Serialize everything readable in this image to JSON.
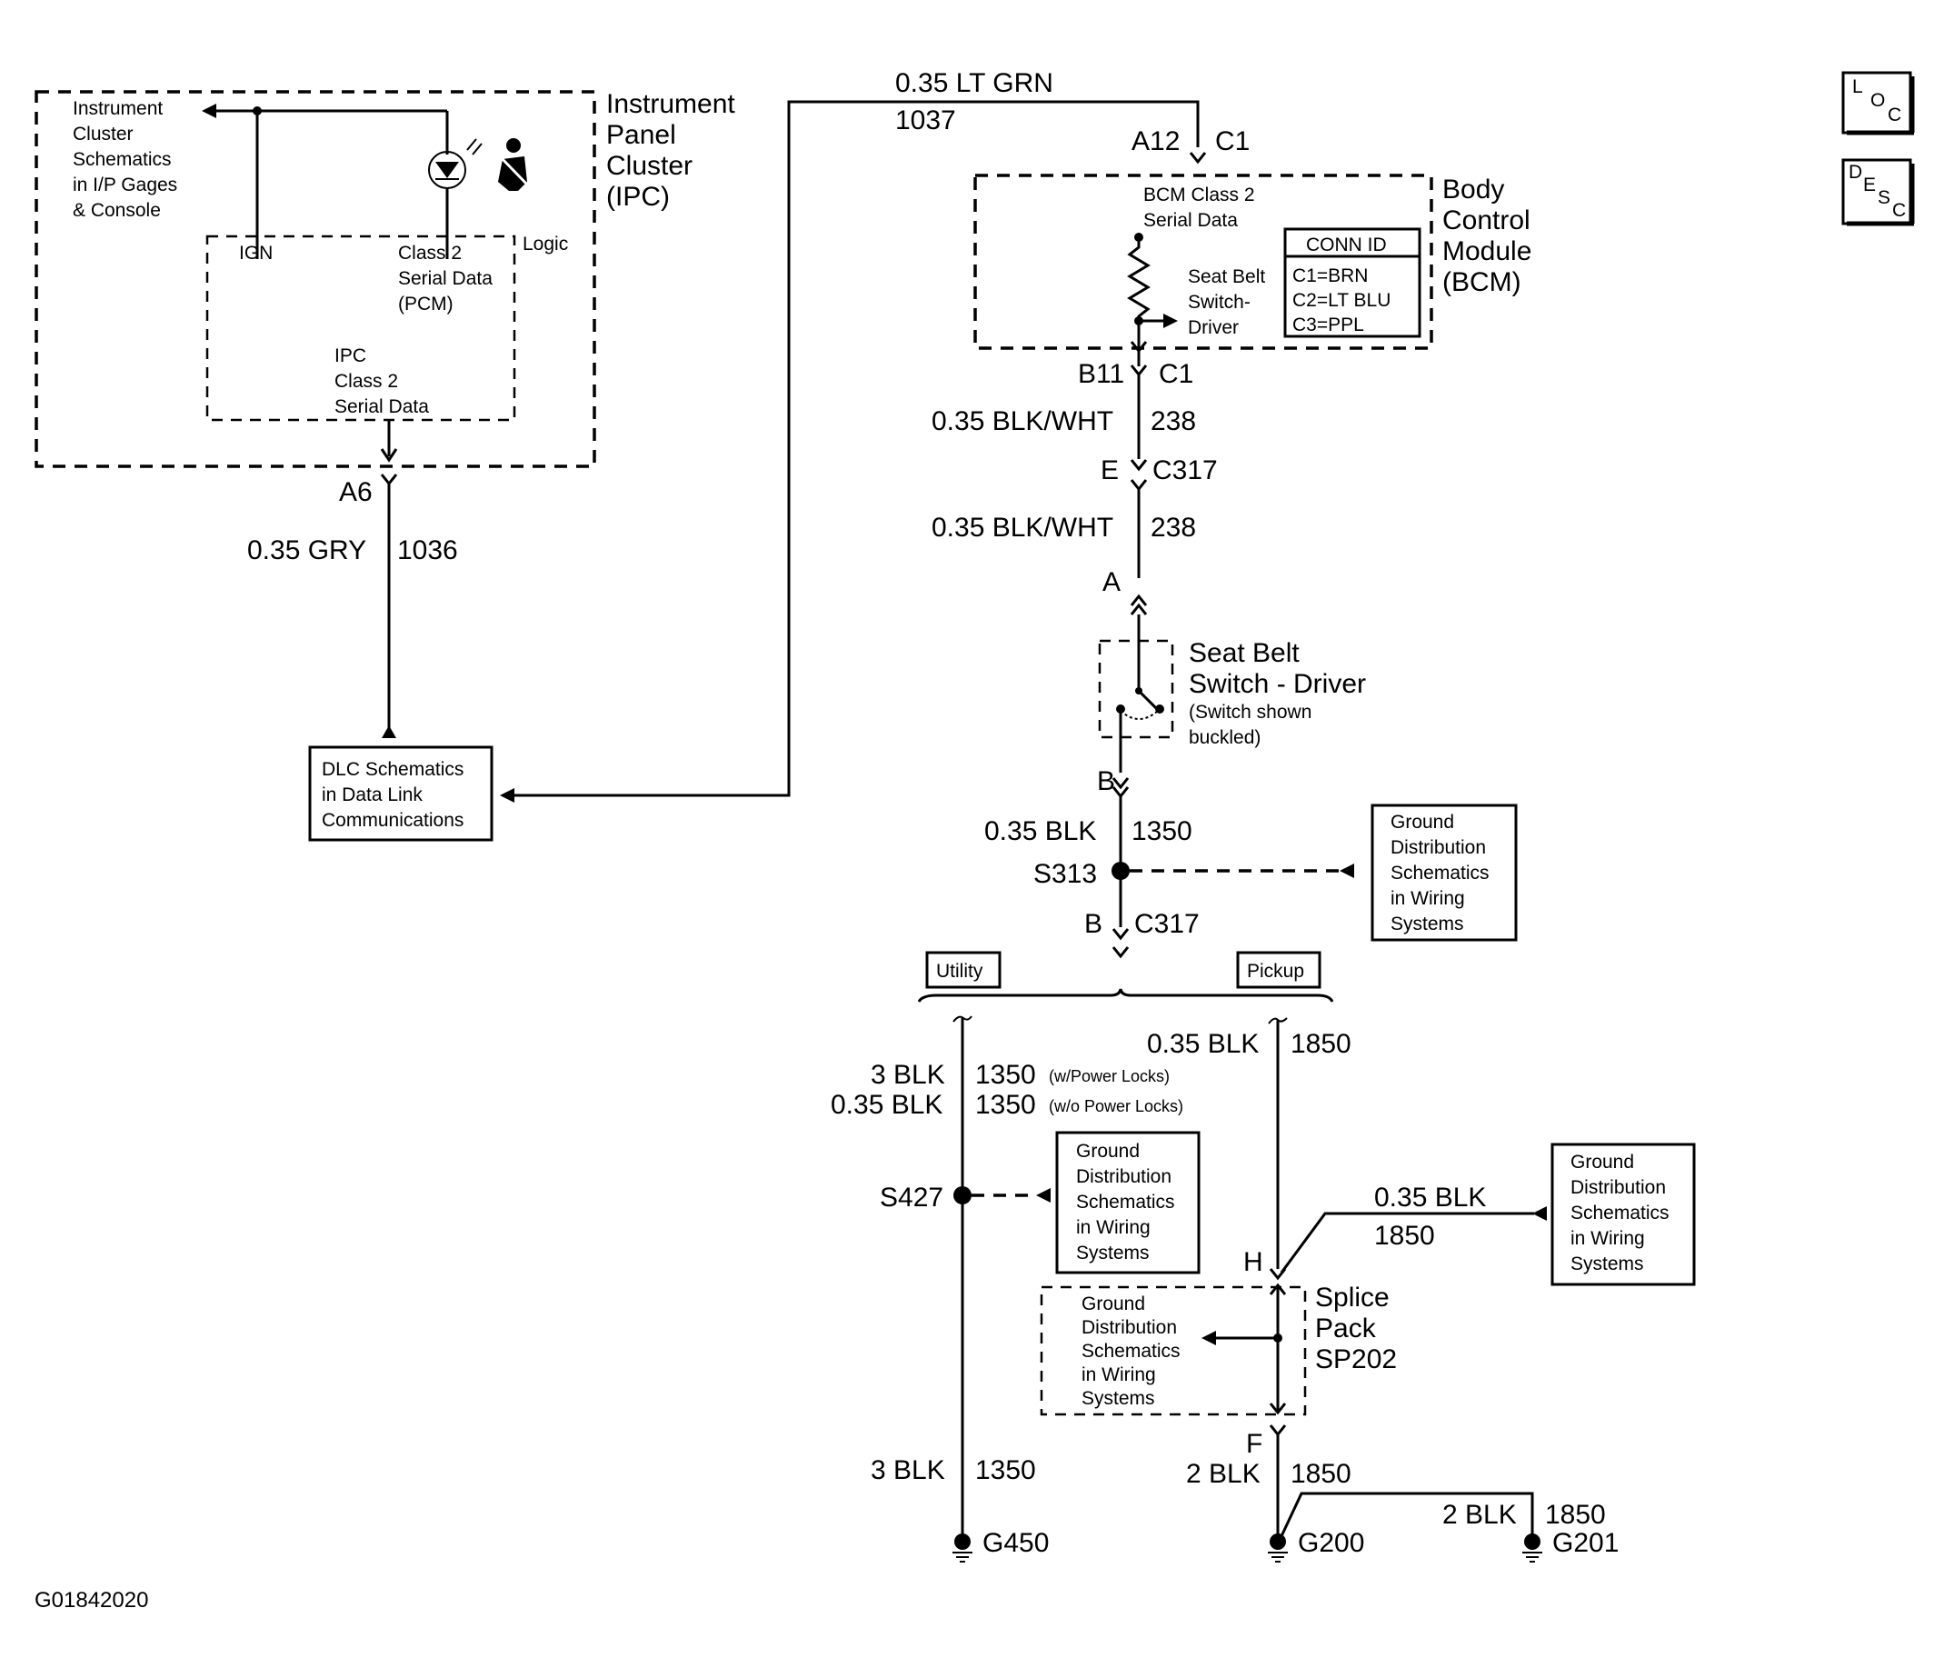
{
  "ipc": {
    "title": [
      "Instrument",
      "Panel",
      "Cluster",
      "(IPC)"
    ],
    "ref_cluster": [
      "Instrument",
      "Cluster",
      "Schematics",
      "in I/P Gages",
      "& Console"
    ],
    "ign": "IGN",
    "class2_pcm": [
      "Class 2",
      "Serial Data",
      "(PCM)"
    ],
    "logic": "Logic",
    "ipc_class2": [
      "IPC",
      "Class 2",
      "Serial Data"
    ]
  },
  "bcm": {
    "title": [
      "Body",
      "Control",
      "Module",
      "(BCM)"
    ],
    "class2": [
      "BCM Class 2",
      "Serial Data"
    ],
    "switch_label": [
      "Seat Belt",
      "Switch-",
      "Driver"
    ],
    "conn_title": "CONN ID",
    "conn_ids": [
      "C1=BRN",
      "C2=LT BLU",
      "C3=PPL"
    ]
  },
  "wires": {
    "lt_grn": "0.35 LT GRN",
    "lt_grn_circuit": "1037",
    "gry": "0.35 GRY",
    "gry_circuit": "1036",
    "blkwht1": "0.35 BLK/WHT",
    "blkwht1_circuit": "238",
    "blkwht2": "0.35 BLK/WHT",
    "blkwht2_circuit": "238",
    "blk_1350": "0.35 BLK",
    "blk_1350_circuit": "1350",
    "utility_a": "3 BLK",
    "utility_a_circuit": "1350",
    "utility_a_note": "(w/Power Locks)",
    "utility_b": "0.35 BLK",
    "utility_b_circuit": "1350",
    "utility_b_note": "(w/o Power Locks)",
    "pickup": "0.35 BLK",
    "pickup_circuit": "1850",
    "h_branch": "0.35 BLK",
    "h_branch_circuit": "1850",
    "g450_wire": "3 BLK",
    "g450_circuit": "1350",
    "g200_wire": "2 BLK",
    "g200_circuit": "1850",
    "g201_wire": "2 BLK",
    "g201_circuit": "1850"
  },
  "connectors": {
    "a12": "A12",
    "c1_top": "C1",
    "b11": "B11",
    "c1_mid": "C1",
    "e": "E",
    "c317_top": "C317",
    "a": "A",
    "b_switch": "B",
    "s313": "S313",
    "b_c317": "B",
    "c317_bottom": "C317",
    "a6": "A6",
    "s427": "S427",
    "h": "H",
    "f": "F"
  },
  "switch": {
    "title": [
      "Seat Belt",
      "Switch - Driver"
    ],
    "note": [
      "(Switch shown",
      "buckled)"
    ]
  },
  "options": {
    "utility": "Utility",
    "pickup": "Pickup"
  },
  "refs": {
    "dlc": [
      "DLC Schematics",
      "in Data Link",
      "Communications"
    ],
    "ground1": [
      "Ground",
      "Distribution",
      "Schematics",
      "in Wiring",
      "Systems"
    ],
    "ground2": [
      "Ground",
      "Distribution",
      "Schematics",
      "in Wiring",
      "Systems"
    ],
    "ground3": [
      "Ground",
      "Distribution",
      "Schematics",
      "in Wiring",
      "Systems"
    ],
    "ground4": [
      "Ground",
      "Distribution",
      "Schematics",
      "in Wiring",
      "Systems"
    ]
  },
  "splice": {
    "title": [
      "Splice",
      "Pack",
      "SP202"
    ]
  },
  "grounds": {
    "g450": "G450",
    "g200": "G200",
    "g201": "G201"
  },
  "side_buttons": {
    "loc": [
      "L",
      "O",
      "C"
    ],
    "desc": [
      "D",
      "E",
      "S",
      "C"
    ]
  },
  "figure_id": "G01842020"
}
